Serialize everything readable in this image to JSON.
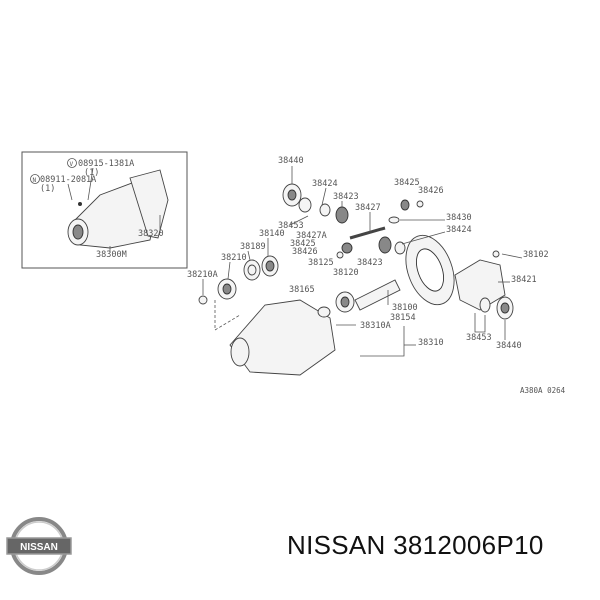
{
  "inset": {
    "bolt1_code": "08915-1381A",
    "bolt1_marker": "V",
    "bolt1_qty": "(1)",
    "bolt2_code": "08911-2081A",
    "bolt2_marker": "N",
    "bolt2_qty": "(1)",
    "gasket": "38320",
    "assembly": "38300M"
  },
  "labels": {
    "l38440a": "38440",
    "l38424a": "38424",
    "l38423a": "38423",
    "l38427": "38427",
    "l38425a": "38425",
    "l38426a": "38426",
    "l38430": "38430",
    "l38424b": "38424",
    "l38453a": "38453",
    "l38427A": "38427A",
    "l38140": "38140",
    "l38425b": "38425",
    "l38189": "38189",
    "l38426b": "38426",
    "l38210": "38210",
    "l38125": "38125",
    "l38423b": "38423",
    "l38102": "38102",
    "l38421": "38421",
    "l38120": "38120",
    "l38210A": "38210A",
    "l38165": "38165",
    "l38100": "38100",
    "l38154": "38154",
    "l38310A": "38310A",
    "l38310": "38310",
    "l38453b": "38453",
    "l38440b": "38440"
  },
  "diagram_code": "A380A 0264",
  "brand": {
    "logo_text": "NISSAN"
  },
  "caption": "NISSAN 3812006P10"
}
